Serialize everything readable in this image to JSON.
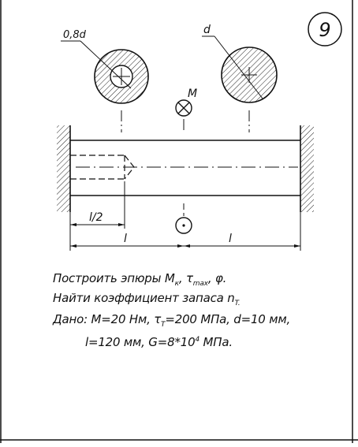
{
  "task_number": "9",
  "drawing": {
    "hollow_section_label": "0,8d",
    "solid_section_label": "d",
    "moment_label": "M",
    "half_length_label": "l/2",
    "left_length_label": "l",
    "right_length_label": "l"
  },
  "task": {
    "line1": {
      "text": "Построить эпюры M",
      "sub1": "к",
      "comma1": ", τ",
      "sub2": "max",
      "tail": ", φ."
    },
    "line2": {
      "text": "Найти коэффициент запаса n",
      "sub": "T."
    },
    "line3": {
      "text": "Дано: M=20 Нм, τ",
      "sub": "T",
      "tail": "=200 МПа, d=10 мм,"
    },
    "line4": {
      "text": "l=120 мм, G=8*10",
      "sup": "4",
      "tail": " МПа."
    }
  }
}
